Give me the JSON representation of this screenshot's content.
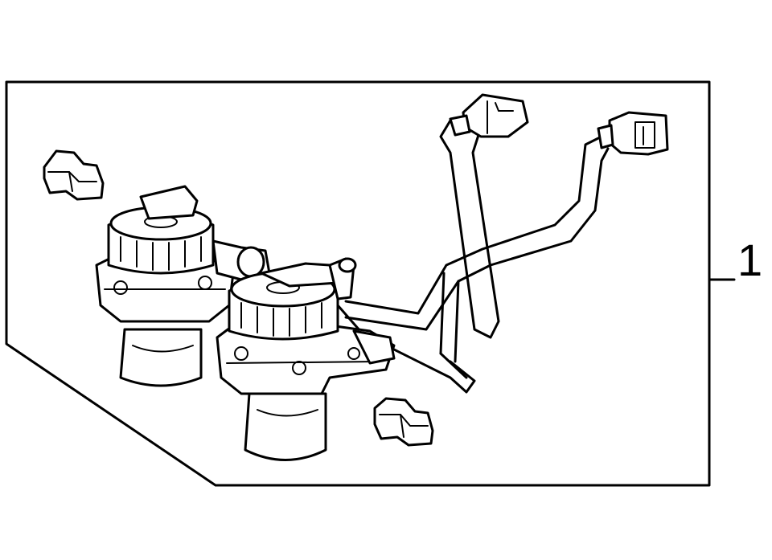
{
  "diagram": {
    "callout_number": "1",
    "colors": {
      "line": "#000000",
      "background": "#ffffff"
    },
    "parts": [
      "assembly-frame",
      "air-pump-left",
      "air-pump-right",
      "wiring-harness",
      "connector-left",
      "connector-right",
      "bracket-upper-left",
      "bracket-lower-right"
    ]
  }
}
